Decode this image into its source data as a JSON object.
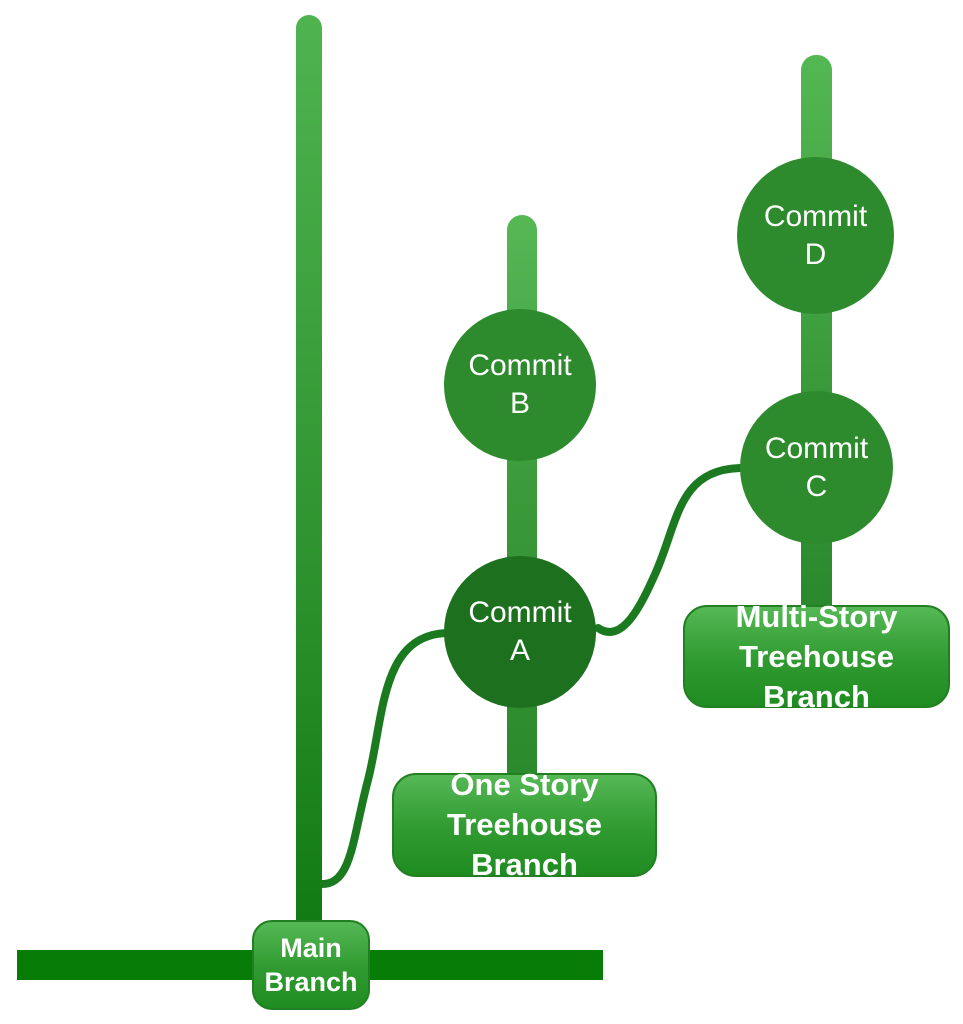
{
  "diagram": {
    "subject": "git-branch-treehouse-diagram"
  },
  "commits": {
    "a": {
      "line1": "Commit",
      "line2": "A"
    },
    "b": {
      "line1": "Commit",
      "line2": "B"
    },
    "c": {
      "line1": "Commit",
      "line2": "C"
    },
    "d": {
      "line1": "Commit",
      "line2": "D"
    }
  },
  "branch_labels": {
    "main": {
      "line1": "Main",
      "line2": "Branch"
    },
    "one_story": {
      "line1": "One Story",
      "line2": "Treehouse Branch"
    },
    "multi_story": {
      "line1": "Multi-Story",
      "line2": "Treehouse Branch"
    }
  },
  "colors": {
    "commit_medium": "#2e8b2d",
    "commit_dark": "#1c701e",
    "trunk_light": "#53b753",
    "trunk_dark": "#0e770e",
    "main_bar": "#077d07",
    "connector": "#1b7a1f",
    "label_gradient_top": "#55b855",
    "label_gradient_bottom": "#1f8c21",
    "text": "#ffffff",
    "background": "#ffffff"
  }
}
